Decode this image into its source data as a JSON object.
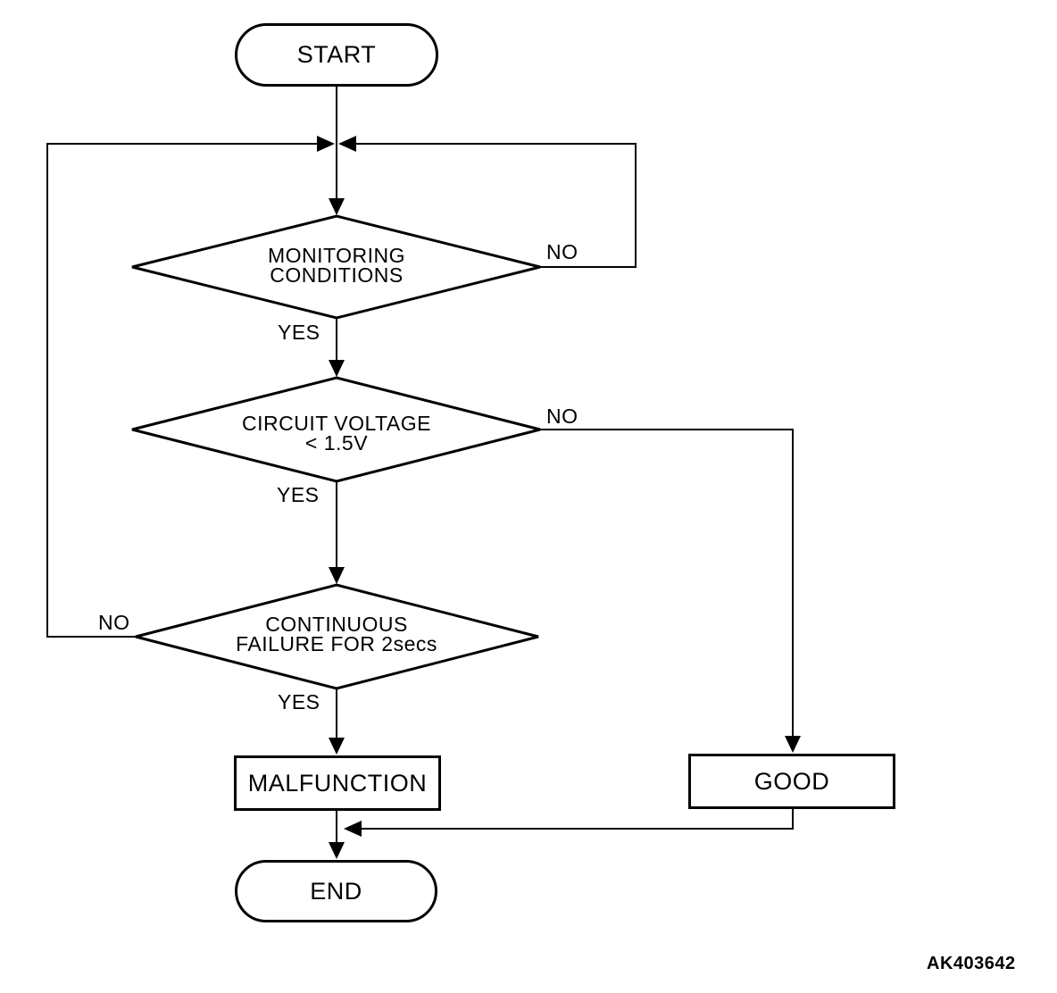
{
  "figure": {
    "code": "AK403642",
    "background_color": "#ffffff",
    "line_color": "#000000",
    "text_color": "#000000"
  },
  "nodes": {
    "start": {
      "type": "terminator",
      "label": "START"
    },
    "monitoring": {
      "type": "decision",
      "label": "MONITORING\nCONDITIONS"
    },
    "voltage": {
      "type": "decision",
      "label": "CIRCUIT VOLTAGE\n< 1.5V"
    },
    "continuous": {
      "type": "decision",
      "label": "CONTINUOUS\nFAILURE FOR 2secs"
    },
    "malfunction": {
      "type": "process",
      "label": "MALFUNCTION"
    },
    "good": {
      "type": "process",
      "label": "GOOD"
    },
    "end": {
      "type": "terminator",
      "label": "END"
    }
  },
  "edge_labels": {
    "monitoring_yes": "YES",
    "monitoring_no": "NO",
    "voltage_yes": "YES",
    "voltage_no": "NO",
    "continuous_yes": "YES",
    "continuous_no": "NO"
  }
}
